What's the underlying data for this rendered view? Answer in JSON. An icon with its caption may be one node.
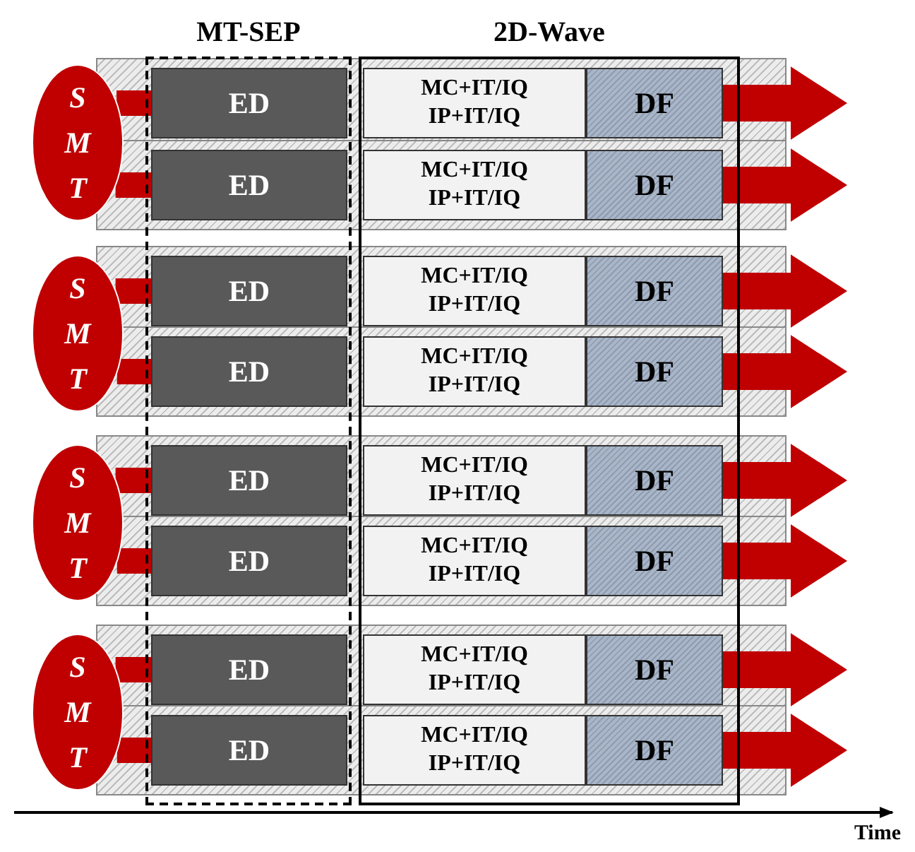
{
  "diagram": {
    "nodes": [
      {
        "text": [
          "MT-SEP"
        ]
      },
      {
        "text": [
          "2D-Wave"
        ]
      },
      {
        "text": [
          "S M T"
        ]
      },
      {
        "text": [
          "ED"
        ],
        "in": 0
      },
      {
        "text": [
          "MC+IT/IQ IP+IT/IQ"
        ],
        "in": 1
      },
      {
        "text": [
          "DF"
        ],
        "in": 1
      },
      {
        "text": [
          "ED"
        ],
        "in": 0
      },
      {
        "text": [
          "MC+IT/IQ IP+IT/IQ"
        ],
        "in": 1
      },
      {
        "text": [
          "DF"
        ],
        "in": 1
      },
      {
        "text": [
          "S M T"
        ]
      },
      {
        "text": [
          "ED"
        ],
        "in": 0
      },
      {
        "text": [
          "MC+IT/IQ IP+IT/IQ"
        ],
        "in": 1
      },
      {
        "text": [
          "DF"
        ],
        "in": 1
      },
      {
        "text": [
          "ED"
        ],
        "in": 0
      },
      {
        "text": [
          "MC+IT/IQ IP+IT/IQ"
        ],
        "in": 1
      },
      {
        "text": [
          "DF"
        ],
        "in": 1
      },
      {
        "text": [
          "S M T"
        ]
      },
      {
        "text": [
          "ED"
        ],
        "in": 0
      },
      {
        "text": [
          "MC+IT/IQ IP+IT/IQ"
        ],
        "in": 1
      },
      {
        "text": [
          "DF"
        ],
        "in": 1
      },
      {
        "text": [
          "ED"
        ],
        "in": 0
      },
      {
        "text": [
          "MC+IT/IQ IP+IT/IQ"
        ],
        "in": 1
      },
      {
        "text": [
          "DF"
        ],
        "in": 1
      },
      {
        "text": [
          "S M T"
        ]
      },
      {
        "text": [
          "ED"
        ],
        "in": 0
      },
      {
        "text": [
          "MC+IT/IQ IP+IT/IQ"
        ],
        "in": 1
      },
      {
        "text": [
          "DF"
        ],
        "in": 1
      },
      {
        "text": [
          "ED"
        ],
        "in": 0
      },
      {
        "text": [
          "MC+IT/IQ IP+IT/IQ"
        ],
        "in": 1
      },
      {
        "text": [
          "DF"
        ],
        "in": 1
      }
    ],
    "edges": [
      {
        "from": 2,
        "to": 3,
        "arrow": "none"
      },
      {
        "from": 2,
        "to": 6,
        "arrow": "none"
      },
      {
        "from": 5,
        "to": null,
        "arrow": "to"
      },
      {
        "from": 8,
        "to": null,
        "arrow": "to"
      },
      {
        "from": 9,
        "to": 10,
        "arrow": "none"
      },
      {
        "from": 9,
        "to": 13,
        "arrow": "none"
      },
      {
        "from": 12,
        "to": null,
        "arrow": "to"
      },
      {
        "from": 15,
        "to": null,
        "arrow": "to"
      },
      {
        "from": 16,
        "to": 17,
        "arrow": "none"
      },
      {
        "from": 16,
        "to": 20,
        "arrow": "none"
      },
      {
        "from": 19,
        "to": null,
        "arrow": "to"
      },
      {
        "from": 22,
        "to": null,
        "arrow": "to"
      },
      {
        "from": 23,
        "to": 24,
        "arrow": "none"
      },
      {
        "from": 23,
        "to": 27,
        "arrow": "none"
      },
      {
        "from": 26,
        "to": null,
        "arrow": "to"
      },
      {
        "from": 29,
        "to": null,
        "arrow": "to"
      }
    ],
    "labels": [
      "Time"
    ]
  }
}
